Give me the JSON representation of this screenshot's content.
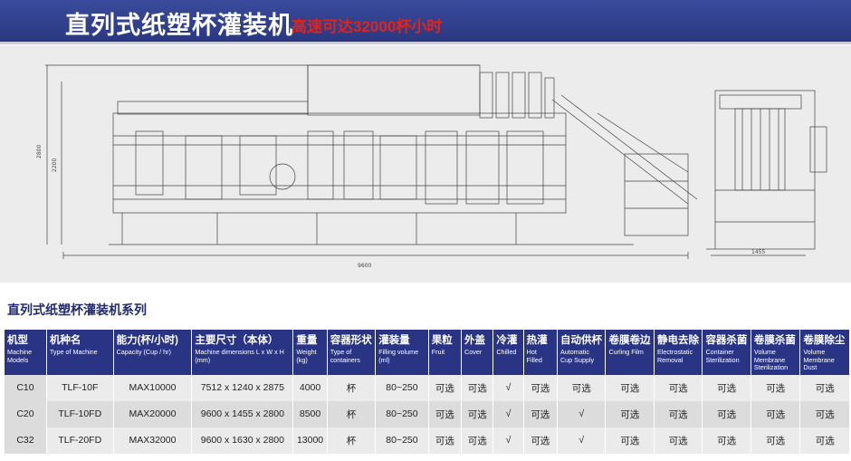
{
  "header": {
    "title": "直列式纸塑杯灌装机",
    "subtitle": "高速可达32000杯小时"
  },
  "drawing": {
    "dimensions": [
      "2800",
      "2200",
      "9600",
      "1455"
    ]
  },
  "section_title": "直列式纸塑杯灌装机系列",
  "table": {
    "headers": [
      {
        "cn": "机型",
        "en": "Machine Models"
      },
      {
        "cn": "机种名",
        "en": "Type of Machine"
      },
      {
        "cn": "能力(杯/小时)",
        "en": "Capacity (Cup / hr)"
      },
      {
        "cn": "主要尺寸（本体）",
        "en": "Machine dimensions L x W x H  (mm)"
      },
      {
        "cn": "重量",
        "en": "Weight (kg)"
      },
      {
        "cn": "容器形状",
        "en": "Type of containers"
      },
      {
        "cn": "灌装量",
        "en": "Filling volume (ml)"
      },
      {
        "cn": "果粒",
        "en": "Fruit"
      },
      {
        "cn": "外盖",
        "en": "Cover"
      },
      {
        "cn": "冷灌",
        "en": "Chilled"
      },
      {
        "cn": "热灌",
        "en": "Hot Filled"
      },
      {
        "cn": "自动供杯",
        "en": "Automatic Cup Supply"
      },
      {
        "cn": "卷膜卷边",
        "en": "Curling Film"
      },
      {
        "cn": "静电去除",
        "en": "Electrostatic Removal"
      },
      {
        "cn": "容器杀菌",
        "en": "Container Sterilization"
      },
      {
        "cn": "卷膜杀菌",
        "en": "Volume Membrane Sterilization"
      },
      {
        "cn": "卷膜除尘",
        "en": "Volume Membrane Dust"
      }
    ],
    "rows": [
      [
        "C10",
        "TLF-10F",
        "MAX10000",
        "7512 x 1240 x 2875",
        "4000",
        "杯",
        "80~250",
        "可选",
        "可选",
        "√",
        "可选",
        "可选",
        "可选",
        "可选",
        "可选",
        "可选",
        "可选"
      ],
      [
        "C20",
        "TLF-10FD",
        "MAX20000",
        "9600 x 1455 x 2800",
        "8500",
        "杯",
        "80~250",
        "可选",
        "可选",
        "√",
        "可选",
        "√",
        "可选",
        "可选",
        "可选",
        "可选",
        "可选"
      ],
      [
        "C32",
        "TLF-20FD",
        "MAX32000",
        "9600 x 1630 x 2800",
        "13000",
        "杯",
        "80~250",
        "可选",
        "可选",
        "√",
        "可选",
        "√",
        "可选",
        "可选",
        "可选",
        "可选",
        "可选"
      ]
    ]
  },
  "colors": {
    "header_bg": "#2f3f8f",
    "subtitle": "#e2231a",
    "table_header_bg": "#2a3484",
    "row_light": "#ebebeb",
    "row_dark": "#dcdcdc"
  }
}
